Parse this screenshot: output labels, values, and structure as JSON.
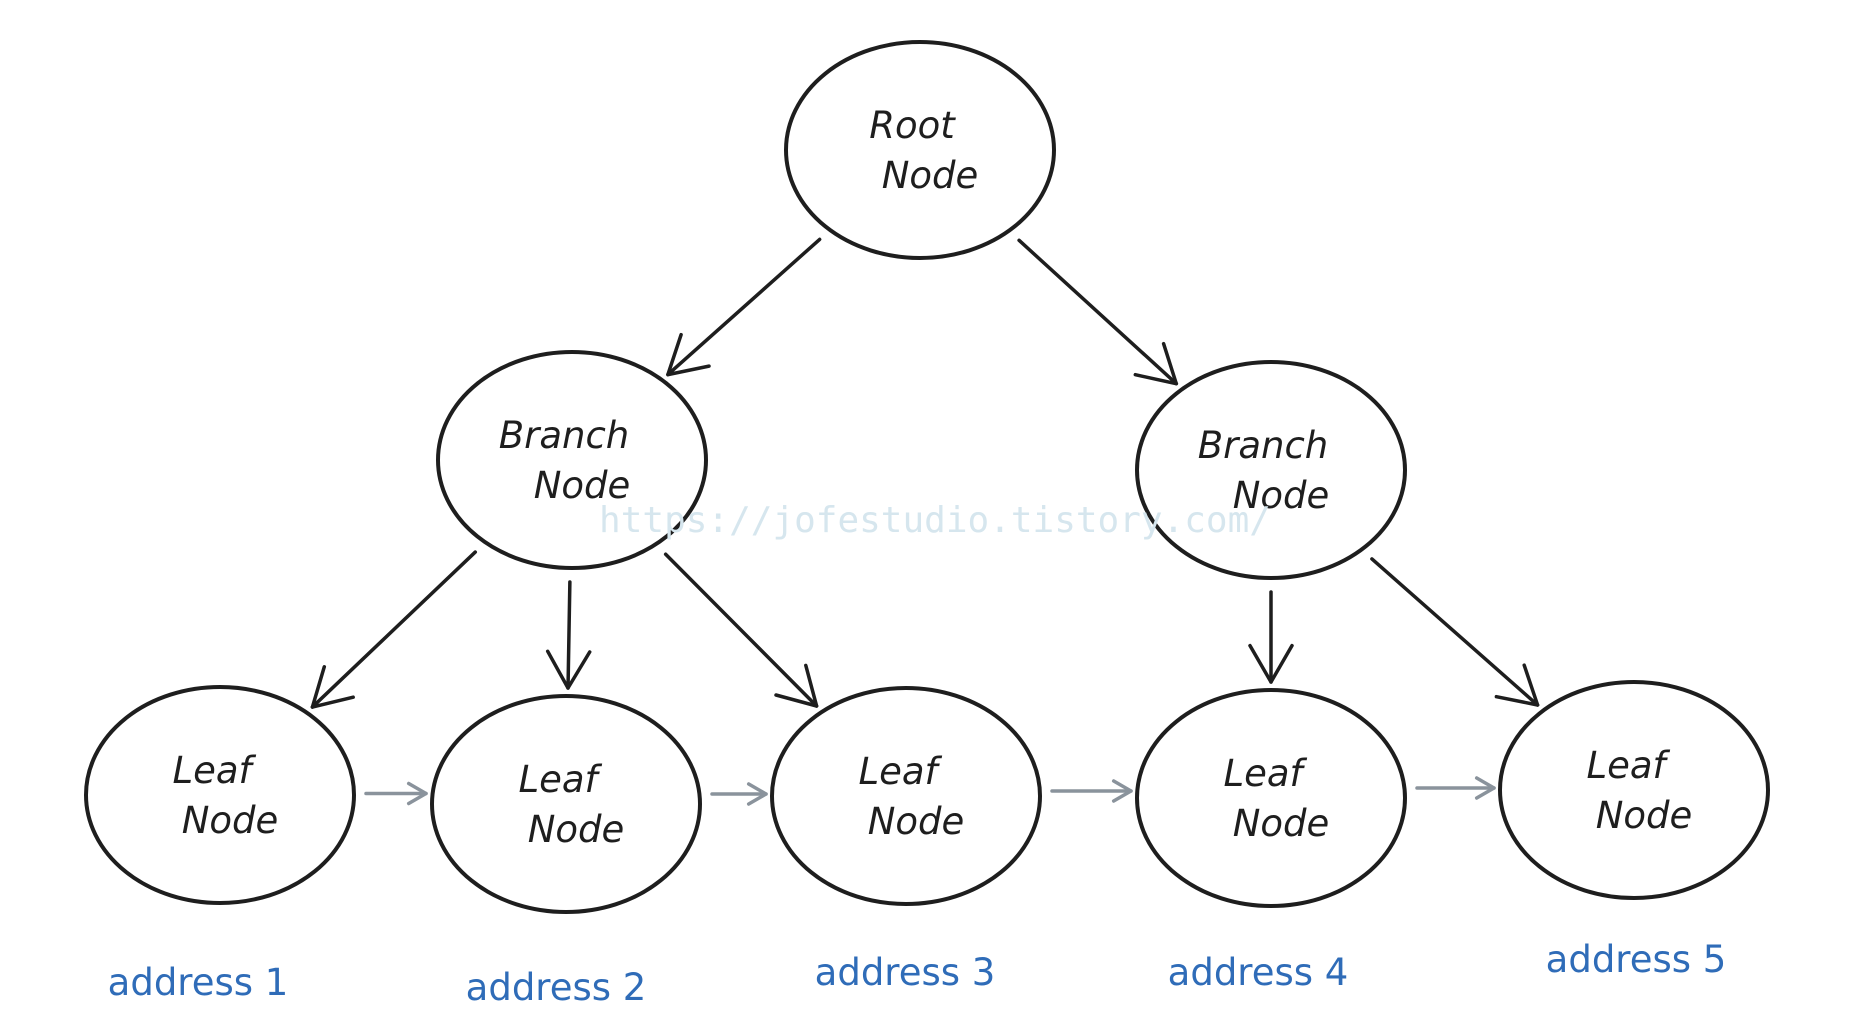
{
  "nodes": [
    {
      "id": "root",
      "kind": "root",
      "lines": [
        "Root",
        "Node"
      ]
    },
    {
      "id": "branch1",
      "kind": "branch",
      "lines": [
        "Branch",
        "Node"
      ]
    },
    {
      "id": "branch2",
      "kind": "branch",
      "lines": [
        "Branch",
        "Node"
      ]
    },
    {
      "id": "leaf1",
      "kind": "leaf",
      "lines": [
        "Leaf",
        "Node"
      ],
      "address": "address 1"
    },
    {
      "id": "leaf2",
      "kind": "leaf",
      "lines": [
        "Leaf",
        "Node"
      ],
      "address": "address 2"
    },
    {
      "id": "leaf3",
      "kind": "leaf",
      "lines": [
        "Leaf",
        "Node"
      ],
      "address": "address 3"
    },
    {
      "id": "leaf4",
      "kind": "leaf",
      "lines": [
        "Leaf",
        "Node"
      ],
      "address": "address 4"
    },
    {
      "id": "leaf5",
      "kind": "leaf",
      "lines": [
        "Leaf",
        "Node"
      ],
      "address": "address 5"
    }
  ],
  "edges": [
    {
      "from": "root",
      "to": "branch1"
    },
    {
      "from": "root",
      "to": "branch2"
    },
    {
      "from": "branch1",
      "to": "leaf1"
    },
    {
      "from": "branch1",
      "to": "leaf2"
    },
    {
      "from": "branch1",
      "to": "leaf3"
    },
    {
      "from": "branch2",
      "to": "leaf4"
    },
    {
      "from": "branch2",
      "to": "leaf5"
    }
  ],
  "leaf_links": [
    {
      "from": "leaf1",
      "to": "leaf2"
    },
    {
      "from": "leaf2",
      "to": "leaf3"
    },
    {
      "from": "leaf3",
      "to": "leaf4"
    },
    {
      "from": "leaf4",
      "to": "leaf5"
    }
  ],
  "watermark": "https://jofestudio.tistory.com/",
  "colors": {
    "stroke": "#1e1e1e",
    "link": "#8a939c",
    "address": "#2f6cb8",
    "watermark": "#d6e6ee"
  }
}
